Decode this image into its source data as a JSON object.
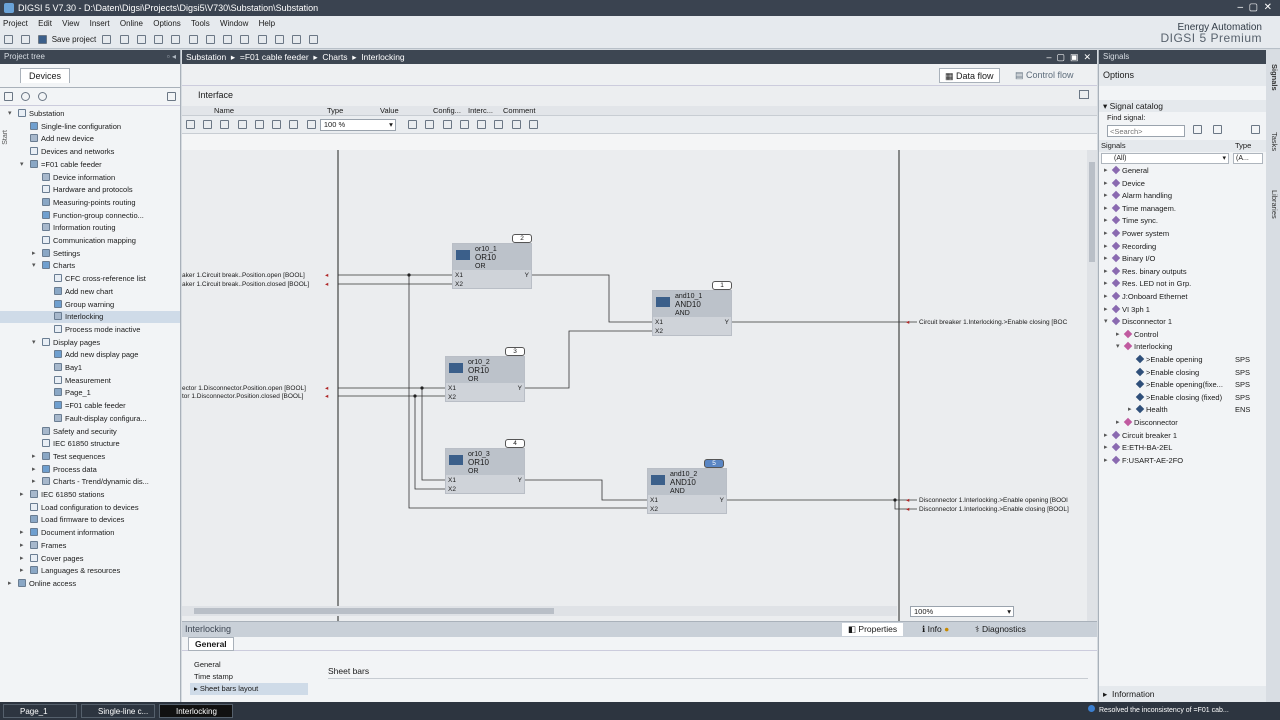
{
  "app": {
    "title": "DIGSI 5 V7.30 - D:\\Daten\\Digsi\\Projects\\Digsi5\\V730\\Substation\\Substation",
    "brand1": "Energy Automation",
    "brand2": "DIGSI 5 Premium"
  },
  "menu": [
    "Project",
    "Edit",
    "View",
    "Insert",
    "Online",
    "Options",
    "Tools",
    "Window",
    "Help"
  ],
  "toolbar": {
    "save_label": "Save project"
  },
  "left": {
    "header": "Project tree",
    "tab": "Devices",
    "tree": [
      {
        "label": "Substation",
        "lvl": 0,
        "exp": "open"
      },
      {
        "label": "Single-line configuration",
        "lvl": 1
      },
      {
        "label": "Add new device",
        "lvl": 1
      },
      {
        "label": "Devices and networks",
        "lvl": 1
      },
      {
        "label": "=F01 cable feeder",
        "lvl": 1,
        "exp": "open"
      },
      {
        "label": "Device information",
        "lvl": 2
      },
      {
        "label": "Hardware and protocols",
        "lvl": 2
      },
      {
        "label": "Measuring-points routing",
        "lvl": 2
      },
      {
        "label": "Function-group connectio...",
        "lvl": 2
      },
      {
        "label": "Information routing",
        "lvl": 2
      },
      {
        "label": "Communication mapping",
        "lvl": 2
      },
      {
        "label": "Settings",
        "lvl": 2,
        "exp": "closed"
      },
      {
        "label": "Charts",
        "lvl": 2,
        "exp": "open"
      },
      {
        "label": "CFC cross-reference list",
        "lvl": 3
      },
      {
        "label": "Add new chart",
        "lvl": 3
      },
      {
        "label": "Group warning",
        "lvl": 3
      },
      {
        "label": "Interlocking",
        "lvl": 3,
        "sel": true
      },
      {
        "label": "Process mode inactive",
        "lvl": 3
      },
      {
        "label": "Display pages",
        "lvl": 2,
        "exp": "open"
      },
      {
        "label": "Add new display page",
        "lvl": 3
      },
      {
        "label": "Bay1",
        "lvl": 3
      },
      {
        "label": "Measurement",
        "lvl": 3
      },
      {
        "label": "Page_1",
        "lvl": 3
      },
      {
        "label": "=F01 cable feeder",
        "lvl": 3
      },
      {
        "label": "Fault-display configura...",
        "lvl": 3
      },
      {
        "label": "Safety and security",
        "lvl": 2
      },
      {
        "label": "IEC 61850 structure",
        "lvl": 2
      },
      {
        "label": "Test sequences",
        "lvl": 2,
        "exp": "closed"
      },
      {
        "label": "Process data",
        "lvl": 2,
        "exp": "closed"
      },
      {
        "label": "Charts - Trend/dynamic dis...",
        "lvl": 2,
        "exp": "closed"
      },
      {
        "label": "IEC 61850 stations",
        "lvl": 1,
        "exp": "closed"
      },
      {
        "label": "Load configuration to devices",
        "lvl": 1
      },
      {
        "label": "Load firmware to devices",
        "lvl": 1
      },
      {
        "label": "Document information",
        "lvl": 1,
        "exp": "closed"
      },
      {
        "label": "Frames",
        "lvl": 1,
        "exp": "closed"
      },
      {
        "label": "Cover pages",
        "lvl": 1,
        "exp": "closed"
      },
      {
        "label": "Languages & resources",
        "lvl": 1,
        "exp": "closed"
      },
      {
        "label": "Online access",
        "lvl": 0,
        "exp": "closed"
      }
    ],
    "vert_start": "Start"
  },
  "center": {
    "breadcrumb": [
      "Substation",
      "=F01 cable feeder",
      "Charts",
      "Interlocking"
    ],
    "dataflow": "Data flow",
    "controlflow": "Control flow",
    "interface": "Interface",
    "cols": [
      "Name",
      "Type",
      "Value",
      "Config...",
      "Interc...",
      "Comment"
    ],
    "zoom": "100 %",
    "zoom_bottom": "100%",
    "blocks": [
      {
        "id": "or10_1",
        "type": "OR10",
        "kind": "OR",
        "num": "2"
      },
      {
        "id": "and10_1",
        "type": "AND10",
        "kind": "AND",
        "num": "1"
      },
      {
        "id": "or10_2",
        "type": "OR10",
        "kind": "OR",
        "num": "3"
      },
      {
        "id": "or10_3",
        "type": "OR10",
        "kind": "OR",
        "num": "4"
      },
      {
        "id": "and10_2",
        "type": "AND10",
        "kind": "AND",
        "num": "5"
      }
    ],
    "pins": {
      "x1": "X1",
      "x2": "X2",
      "y": "Y"
    },
    "inputs": [
      "aker 1.Circuit break..Position.open [BOOL]",
      "aker 1.Circuit break..Position.closed [BOOL]",
      "ector 1.Disconnector.Position.open [BOOL]",
      "tor 1.Disconnector.Position.closed [BOOL]"
    ],
    "outputs": [
      "Circuit breaker 1.Interlocking.>Enable closing [BOC",
      "Disconnector 1.Interlocking.>Enable opening [BOOl",
      "Disconnector 1.Interlocking.>Enable closing [BOOL]"
    ]
  },
  "bottom": {
    "title": "Interlocking",
    "tabs": [
      "Properties",
      "Info",
      "Diagnostics"
    ],
    "general_tab": "General",
    "nav": [
      "General",
      "Time stamp",
      "Sheet bars layout"
    ],
    "section": "Sheet bars"
  },
  "right": {
    "header": "Signals",
    "options": "Options",
    "catalog": "Signal catalog",
    "find_label": "Find signal:",
    "search_placeholder": "<Search>",
    "col_signals": "Signals",
    "col_type": "Type",
    "filter": "(All)",
    "filter_type": "(A...",
    "items": [
      {
        "label": "General",
        "lvl": 0,
        "type": ""
      },
      {
        "label": "Device",
        "lvl": 0,
        "type": ""
      },
      {
        "label": "Alarm handling",
        "lvl": 0,
        "type": ""
      },
      {
        "label": "Time managem.",
        "lvl": 0,
        "type": ""
      },
      {
        "label": "Time sync.",
        "lvl": 0,
        "type": ""
      },
      {
        "label": "Power system",
        "lvl": 0,
        "type": ""
      },
      {
        "label": "Recording",
        "lvl": 0,
        "type": ""
      },
      {
        "label": "Binary I/O",
        "lvl": 0,
        "type": ""
      },
      {
        "label": "Res. binary outputs",
        "lvl": 0,
        "type": ""
      },
      {
        "label": "Res. LED not in Grp.",
        "lvl": 0,
        "type": ""
      },
      {
        "label": "J:Onboard Ethernet",
        "lvl": 0,
        "type": ""
      },
      {
        "label": "VI 3ph 1",
        "lvl": 0,
        "type": ""
      },
      {
        "label": "Disconnector 1",
        "lvl": 0,
        "type": "",
        "open": true
      },
      {
        "label": "Control",
        "lvl": 1,
        "type": ""
      },
      {
        "label": "Interlocking",
        "lvl": 1,
        "type": "",
        "open": true
      },
      {
        "label": ">Enable opening",
        "lvl": 2,
        "type": "SPS"
      },
      {
        "label": ">Enable closing",
        "lvl": 2,
        "type": "SPS"
      },
      {
        "label": ">Enable opening(fixe...",
        "lvl": 2,
        "type": "SPS"
      },
      {
        "label": ">Enable closing (fixed)",
        "lvl": 2,
        "type": "SPS"
      },
      {
        "label": "Health",
        "lvl": 2,
        "type": "ENS"
      },
      {
        "label": "Disconnector",
        "lvl": 1,
        "type": ""
      },
      {
        "label": "Circuit breaker 1",
        "lvl": 0,
        "type": ""
      },
      {
        "label": "E:ETH-BA-2EL",
        "lvl": 0,
        "type": ""
      },
      {
        "label": "F:USART-AE-2FO",
        "lvl": 0,
        "type": ""
      }
    ],
    "information": "Information",
    "sidetabs": [
      "Signals",
      "Tasks",
      "Libraries"
    ]
  },
  "taskbar": {
    "tasks": [
      "Page_1",
      "Single-line c...",
      "Interlocking"
    ],
    "status": "Resolved the inconsistency of =F01 cab..."
  },
  "colors": {
    "accent": "#3b5f8a",
    "header": "#3d4652"
  }
}
